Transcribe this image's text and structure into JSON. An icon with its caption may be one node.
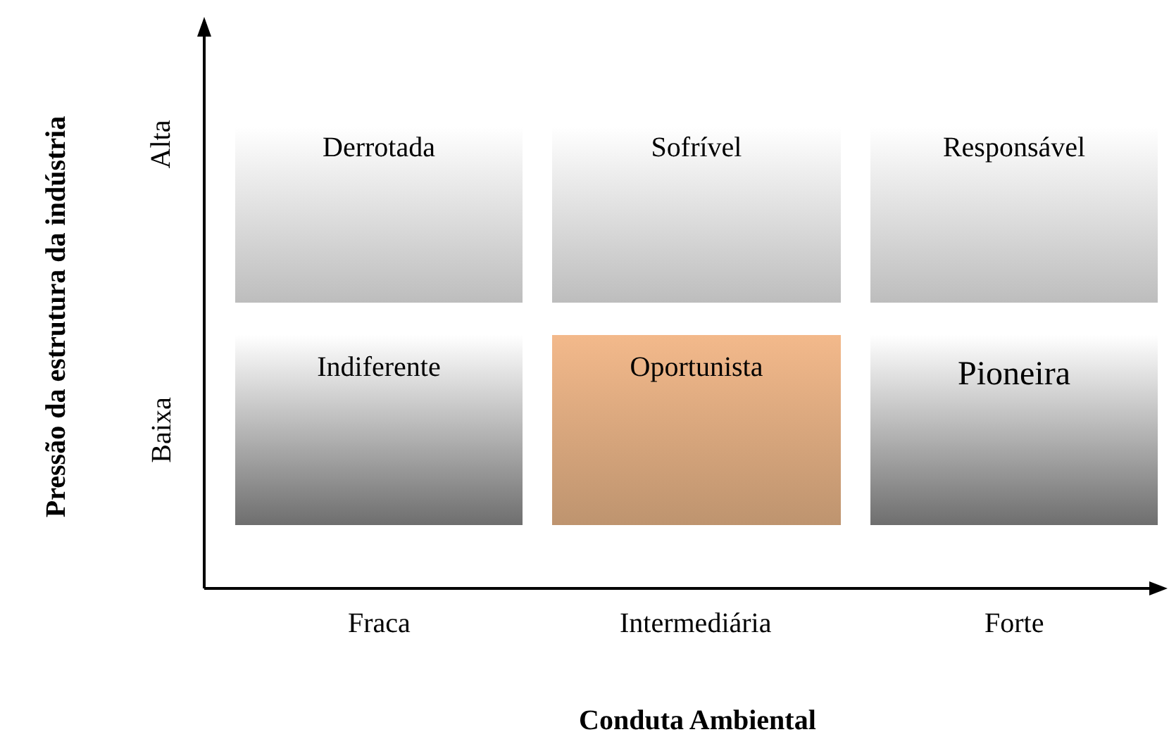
{
  "diagram": {
    "nodes": [
      {
        "text": [
          "Derrotada"
        ]
      },
      {
        "text": [
          "Sofrível"
        ]
      },
      {
        "text": [
          "Responsável"
        ]
      },
      {
        "text": [
          "Indiferente"
        ]
      },
      {
        "text": [
          "Oportunista"
        ]
      },
      {
        "text": [
          "Pioneira"
        ]
      }
    ],
    "labels": [
      "Pressão da estrutura da indústria",
      "Alta",
      "Baixa",
      "Fraca",
      "Intermediária",
      "Forte",
      "Conduta Ambiental"
    ]
  }
}
